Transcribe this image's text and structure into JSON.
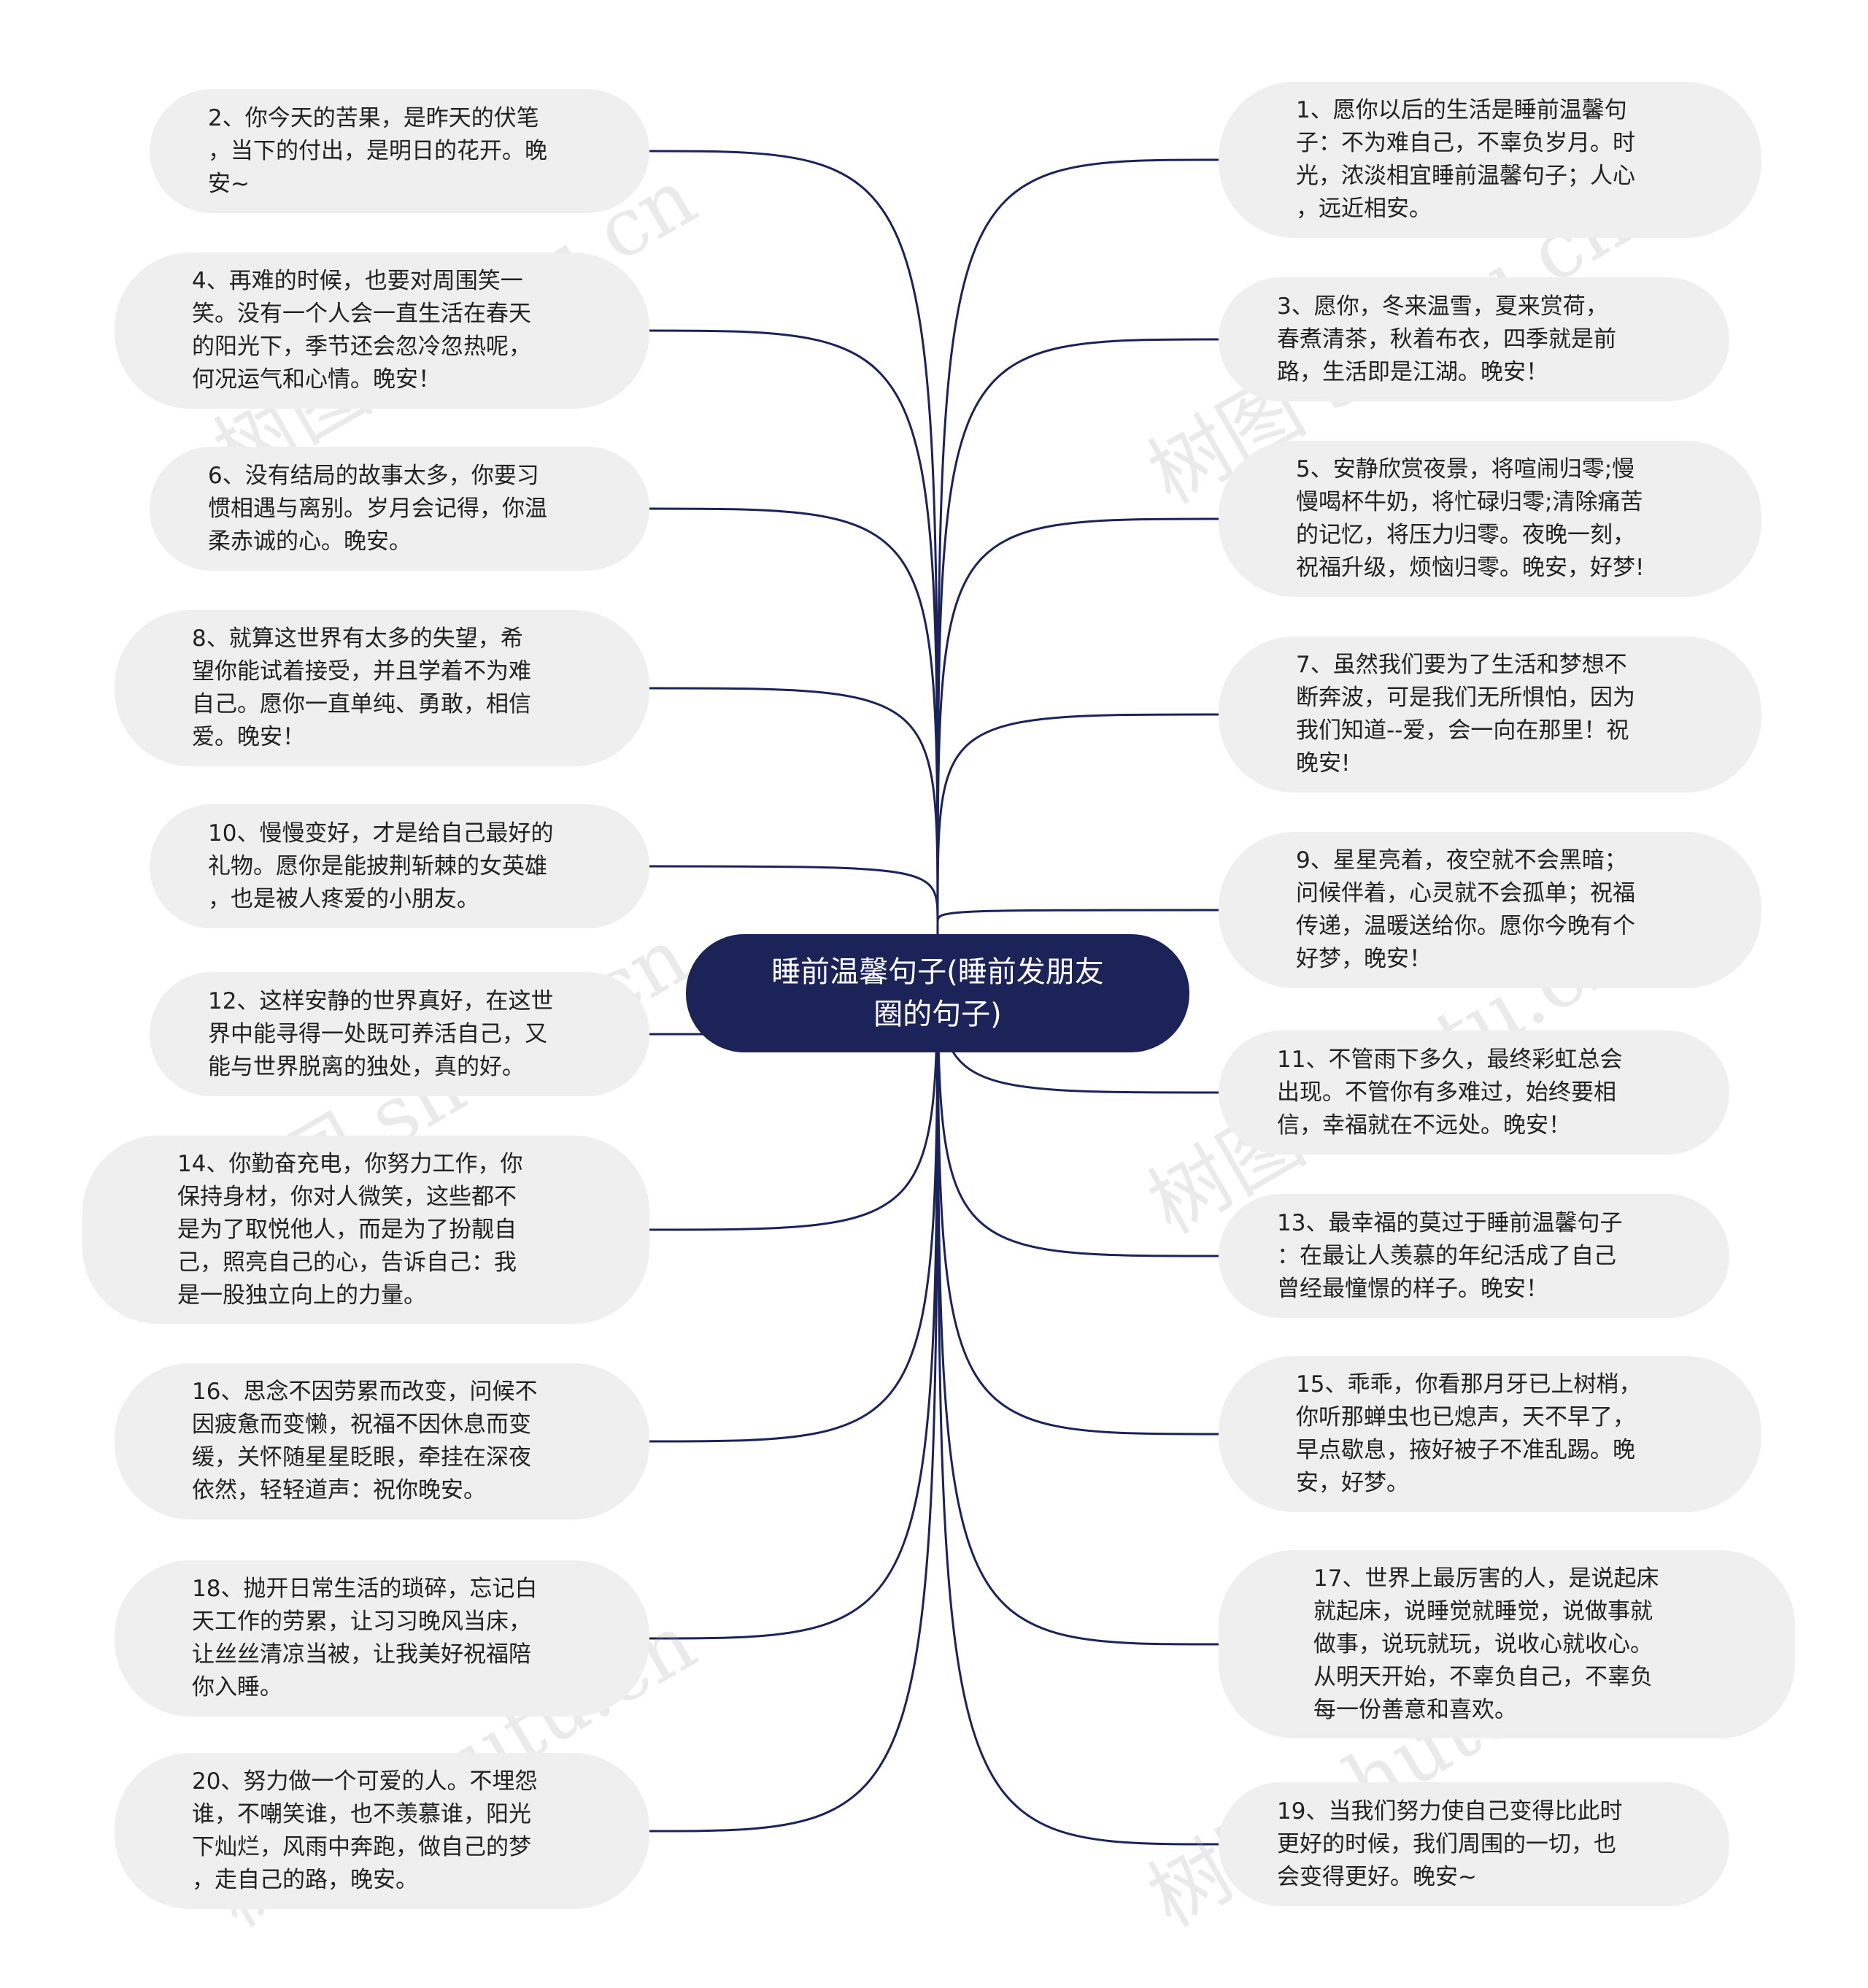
{
  "center": {
    "label": "睡前温馨句子(睡前发朋友\n圈的句子)"
  },
  "colors": {
    "line": "#1b2359",
    "center_bg": "#1b2359",
    "node_bg": "#efefef",
    "node_text": "#222222"
  },
  "watermark": {
    "text": "树图 shutu.cn"
  },
  "left_nodes": [
    {
      "text": "2、你今天的苦果，是昨天的伏笔\n，当下的付出，是明日的花开。晚\n安~"
    },
    {
      "text": "4、再难的时候，也要对周围笑一\n笑。没有一个人会一直生活在春天\n的阳光下，季节还会忽冷忽热呢，\n何况运气和心情。晚安！"
    },
    {
      "text": "6、没有结局的故事太多，你要习\n惯相遇与离别。岁月会记得，你温\n柔赤诚的心。晚安。"
    },
    {
      "text": "8、就算这世界有太多的失望，希\n望你能试着接受，并且学着不为难\n自己。愿你一直单纯、勇敢，相信\n爱。晚安！"
    },
    {
      "text": "10、慢慢变好，才是给自己最好的\n礼物。愿你是能披荆斩棘的女英雄\n，也是被人疼爱的小朋友。"
    },
    {
      "text": "12、这样安静的世界真好，在这世\n界中能寻得一处既可养活自己，又\n能与世界脱离的独处，真的好。"
    },
    {
      "text": "14、你勤奋充电，你努力工作，你\n保持身材，你对人微笑，这些都不\n是为了取悦他人，而是为了扮靓自\n己，照亮自己的心，告诉自己：我\n是一股独立向上的力量。"
    },
    {
      "text": "16、思念不因劳累而改变，问候不\n因疲惫而变懒，祝福不因休息而变\n缓，关怀随星星眨眼，牵挂在深夜\n依然，轻轻道声：祝你晚安。"
    },
    {
      "text": "18、抛开日常生活的琐碎，忘记白\n天工作的劳累，让习习晚风当床，\n让丝丝清凉当被，让我美好祝福陪\n你入睡。"
    },
    {
      "text": "20、努力做一个可爱的人。不埋怨\n谁，不嘲笑谁，也不羡慕谁，阳光\n下灿烂，风雨中奔跑，做自己的梦\n，走自己的路，晚安。"
    }
  ],
  "right_nodes": [
    {
      "text": "1、愿你以后的生活是睡前温馨句\n子：不为难自己，不辜负岁月。时\n光，浓淡相宜睡前温馨句子；人心\n，远近相安。"
    },
    {
      "text": "3、愿你，冬来温雪，夏来赏荷，\n春煮清茶，秋着布衣，四季就是前\n路，生活即是江湖。晚安！"
    },
    {
      "text": "5、安静欣赏夜景，将喧闹归零;慢\n慢喝杯牛奶，将忙碌归零;清除痛苦\n的记忆，将压力归零。夜晚一刻，\n祝福升级，烦恼归零。晚安，好梦!"
    },
    {
      "text": "7、虽然我们要为了生活和梦想不\n断奔波，可是我们无所惧怕，因为\n我们知道--爱，会一向在那里！祝\n晚安!"
    },
    {
      "text": "9、星星亮着，夜空就不会黑暗；\n问候伴着，心灵就不会孤单；祝福\n传递，温暖送给你。愿你今晚有个\n好梦，晚安！"
    },
    {
      "text": "11、不管雨下多久，最终彩虹总会\n出现。不管你有多难过，始终要相\n信，幸福就在不远处。晚安！"
    },
    {
      "text": "13、最幸福的莫过于睡前温馨句子\n：在最让人羡慕的年纪活成了自己\n曾经最憧憬的样子。晚安！"
    },
    {
      "text": "15、乖乖，你看那月牙已上树梢，\n你听那蝉虫也已熄声，天不早了，\n早点歇息，掖好被子不准乱踢。晚\n安，好梦。"
    },
    {
      "text": "17、世界上最厉害的人，是说起床\n就起床，说睡觉就睡觉，说做事就\n做事，说玩就玩，说收心就收心。\n从明天开始，不辜负自己，不辜负\n每一份善意和喜欢。"
    },
    {
      "text": "19、当我们努力使自己变得比此时\n更好的时候，我们周围的一切，也\n会变得更好。晚安~"
    }
  ]
}
